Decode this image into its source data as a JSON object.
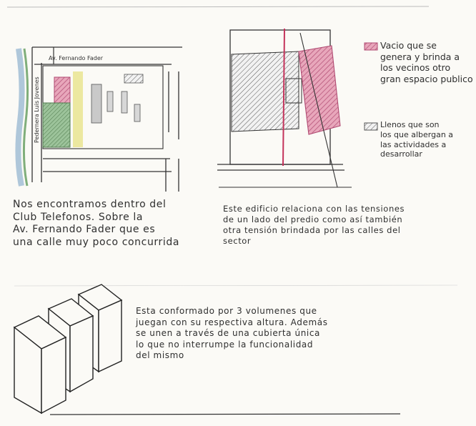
{
  "map": {
    "street_top": "Av. Fernando Fader",
    "street_left": "Pedernera Luis Jovenes"
  },
  "legend": [
    {
      "icon": "hatch-pink",
      "text": "Vacio que se\ngenera y brinda a\nlos vecinos otro\ngran espacio publico"
    },
    {
      "icon": "hatch-grey",
      "text": "Llenos que son\nlos que albergan a\nlas actividades a\ndesarrollar"
    }
  ],
  "texts": {
    "club": "Nos encontramos dentro del\nClub Telefonos. Sobre la\nAv. Fernando Fader que es\nuna calle muy poco concurrida",
    "edificio": "Este edificio relaciona con las tensiones\nde un lado del predio como así también\notra tensión brindada por las calles del\nsector",
    "volumenes": "Esta conformado por 3 volumenes que\njuegan con su respectiva altura. Además\nse unen a través de una cubierta única\nlo que no interrumpe la funcionalidad\ndel mismo"
  },
  "colors": {
    "pink": "#c9688a",
    "green": "#6f9b6d",
    "yellow": "#e9e38b",
    "blue": "#8fb0cf",
    "ink": "#2f2f2f"
  }
}
